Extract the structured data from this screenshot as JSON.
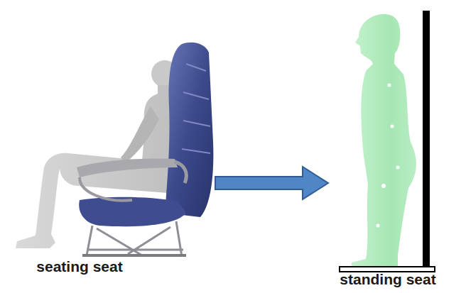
{
  "diagram": {
    "nodes": [
      {
        "text": [
          "seating seat"
        ]
      },
      {
        "text": [
          "standing seat"
        ]
      }
    ],
    "edges": [
      {
        "from": 0,
        "to": 1,
        "arrow": "to"
      }
    ]
  }
}
